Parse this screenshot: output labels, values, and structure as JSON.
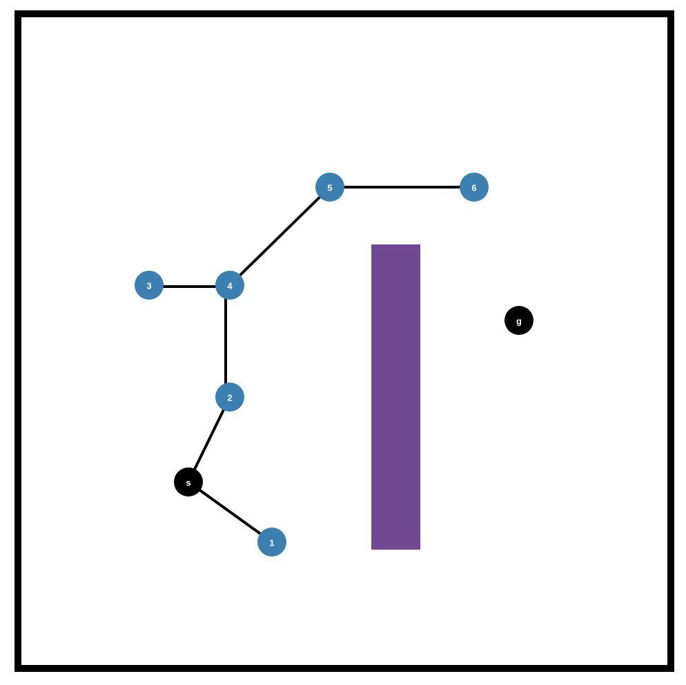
{
  "colors": {
    "frame": "#000000",
    "background": "#ffffff",
    "node_fill": "#3b80b1",
    "endpoint_fill": "#000000",
    "edge": "#000000",
    "obstacle": "#6f4a92",
    "label": "#ffffff"
  },
  "nodes": [
    {
      "id": "s",
      "label": "s",
      "kind": "start"
    },
    {
      "id": "g",
      "label": "g",
      "kind": "goal"
    },
    {
      "id": "1",
      "label": "1",
      "kind": "waypoint"
    },
    {
      "id": "2",
      "label": "2",
      "kind": "waypoint"
    },
    {
      "id": "3",
      "label": "3",
      "kind": "waypoint"
    },
    {
      "id": "4",
      "label": "4",
      "kind": "waypoint"
    },
    {
      "id": "5",
      "label": "5",
      "kind": "waypoint"
    },
    {
      "id": "6",
      "label": "6",
      "kind": "waypoint"
    }
  ],
  "edges": [
    {
      "from": "s",
      "to": "1"
    },
    {
      "from": "s",
      "to": "2"
    },
    {
      "from": "2",
      "to": "4"
    },
    {
      "from": "3",
      "to": "4"
    },
    {
      "from": "4",
      "to": "5"
    },
    {
      "from": "5",
      "to": "6"
    }
  ],
  "obstacles": [
    {
      "id": "obstacle-1",
      "shape": "rectangle"
    }
  ]
}
